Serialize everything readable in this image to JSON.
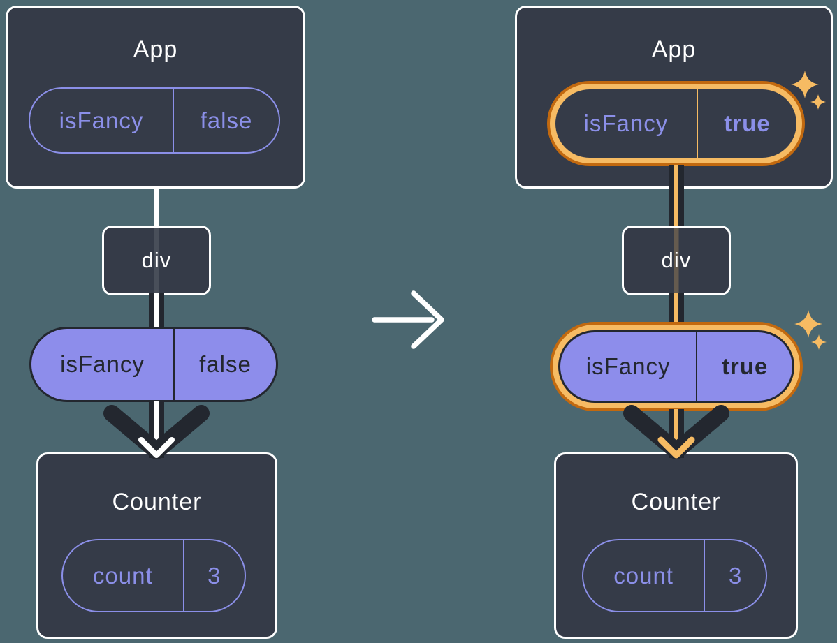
{
  "diagram": {
    "description_icons": {
      "transition": "arrow-right-icon",
      "highlight": "sparkles-icon",
      "flow": "arrow-down-icon"
    },
    "before": {
      "app_title": "App",
      "app_prop": {
        "name": "isFancy",
        "value": "false"
      },
      "div_label": "div",
      "passed_prop": {
        "name": "isFancy",
        "value": "false"
      },
      "counter_title": "Counter",
      "counter_state": {
        "name": "count",
        "value": "3"
      }
    },
    "after": {
      "app_title": "App",
      "app_prop": {
        "name": "isFancy",
        "value": "true"
      },
      "div_label": "div",
      "passed_prop": {
        "name": "isFancy",
        "value": "true"
      },
      "counter_title": "Counter",
      "counter_state": {
        "name": "count",
        "value": "3"
      }
    },
    "colors": {
      "background": "#4B6770",
      "card": "#353B48",
      "outline_dark": "#23272F",
      "purple": "#8B8FE8",
      "purple_fill": "#8D8DEB",
      "orange": "#C2690F",
      "orange_light": "#F6BB63",
      "white": "#FFFFFF"
    }
  }
}
